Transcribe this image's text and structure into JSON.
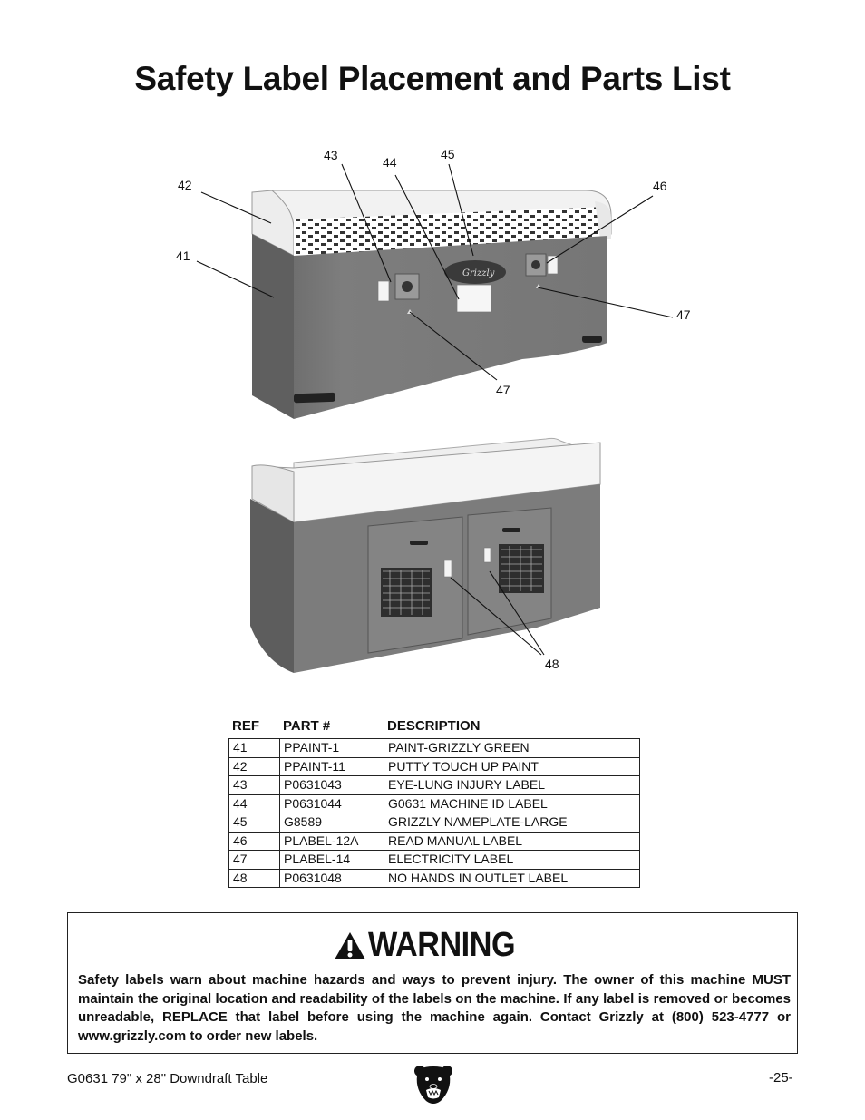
{
  "page_title": "Safety Label Placement and Parts List",
  "figure_top": {
    "callouts": [
      "41",
      "42",
      "43",
      "44",
      "45",
      "46",
      "47",
      "47"
    ]
  },
  "figure_bottom": {
    "callouts": [
      "48"
    ]
  },
  "parts_table": {
    "headers": [
      "REF",
      "PART #",
      "DESCRIPTION"
    ],
    "rows": [
      [
        "41",
        "PPAINT-1",
        "PAINT-GRIZZLY GREEN"
      ],
      [
        "42",
        "PPAINT-11",
        "PUTTY TOUCH UP PAINT"
      ],
      [
        "43",
        "P0631043",
        "EYE-LUNG INJURY LABEL"
      ],
      [
        "44",
        "P0631044",
        "G0631 MACHINE ID LABEL"
      ],
      [
        "45",
        "G8589",
        "GRIZZLY NAMEPLATE-LARGE"
      ],
      [
        "46",
        "PLABEL-12A",
        "READ MANUAL LABEL"
      ],
      [
        "47",
        "PLABEL-14",
        "ELECTRICITY LABEL"
      ],
      [
        "48",
        "P0631048",
        "NO HANDS IN OUTLET LABEL"
      ]
    ]
  },
  "warning": {
    "title": "WARNING",
    "text": "Safety labels warn about machine hazards and ways to prevent injury. The owner of this machine MUST maintain the original location and readability of the labels on the machine. If any label is removed or becomes unreadable, REPLACE that label before using the machine again. Contact Grizzly at (800) 523-4777 or www.grizzly.com to order new labels."
  },
  "footer": {
    "manual_name": "G0631 79\" x 28\" Downdraft Table",
    "page_number": "-25-"
  },
  "colors": {
    "cabinet_gray": "#7a7a7a",
    "border": "#222222"
  },
  "icons": [
    "warning-triangle-icon",
    "grizzly-bear-logo-icon"
  ]
}
